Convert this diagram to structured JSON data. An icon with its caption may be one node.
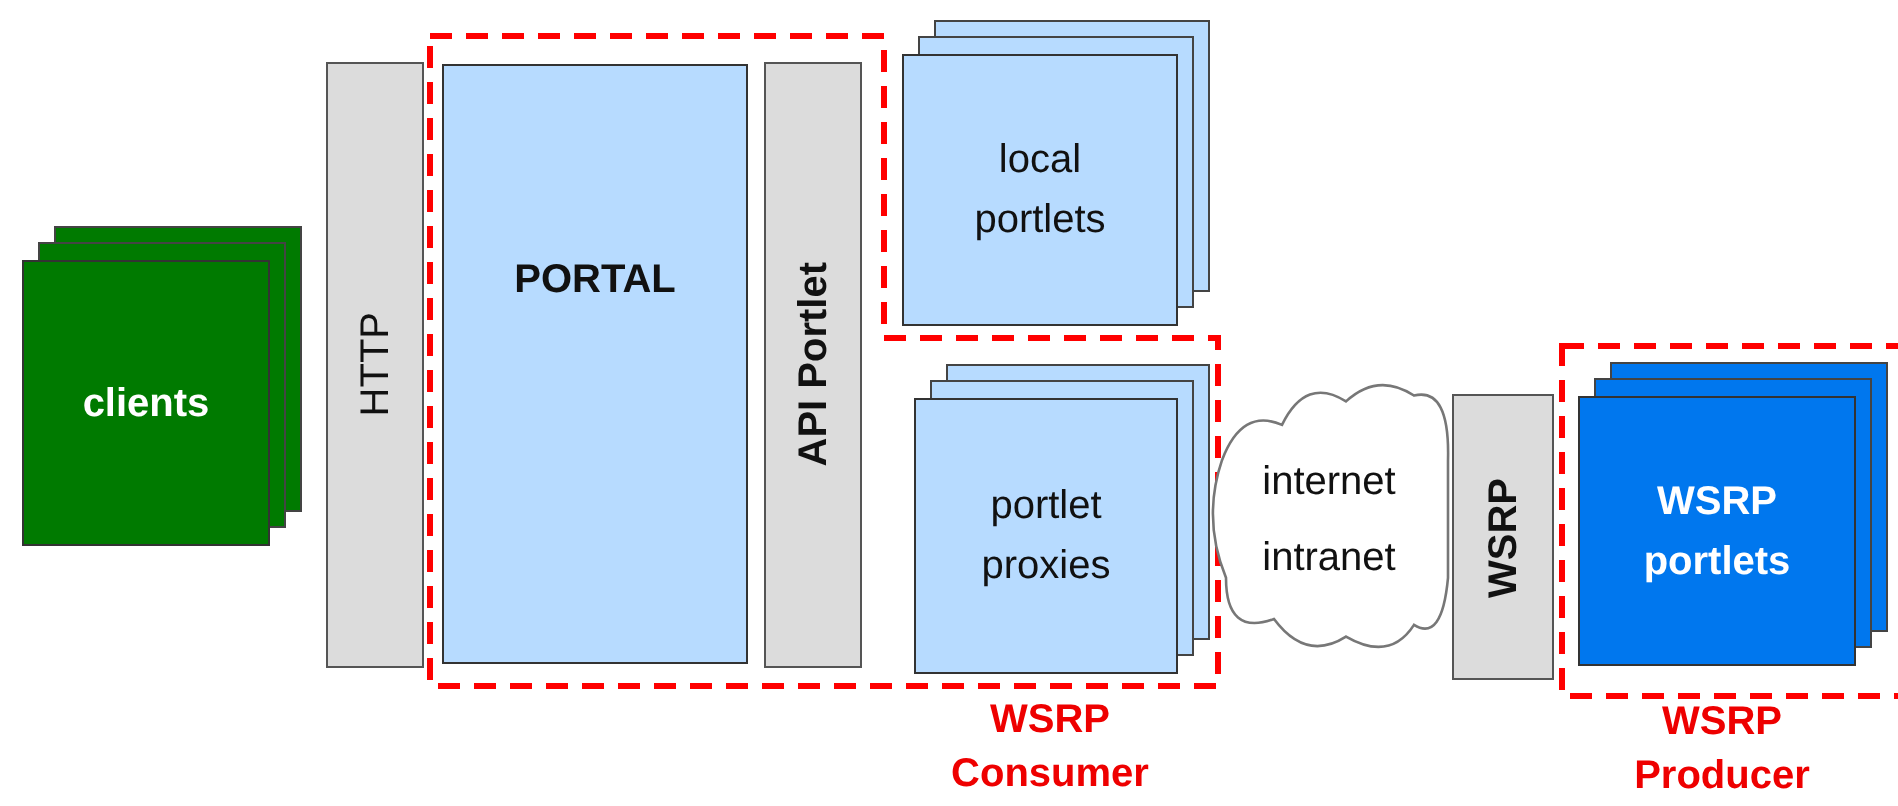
{
  "diagram": {
    "nodes": [
      {
        "text": [
          "clients"
        ]
      },
      {
        "text": [
          "HTTP"
        ]
      },
      {
        "text": [
          "WSRP Consumer"
        ]
      },
      {
        "text": [
          "PORTAL"
        ],
        "in": 2
      },
      {
        "text": [
          "API Portlet"
        ],
        "in": 2
      },
      {
        "text": [
          "local portlets"
        ]
      },
      {
        "text": [
          "portlet proxies"
        ],
        "in": 2
      },
      {
        "text": [
          "internet intranet"
        ]
      },
      {
        "text": [
          "WSRP"
        ]
      },
      {
        "text": [
          "WSRP Producer"
        ]
      },
      {
        "text": [
          "WSRP portlets"
        ],
        "in": 9
      }
    ]
  }
}
